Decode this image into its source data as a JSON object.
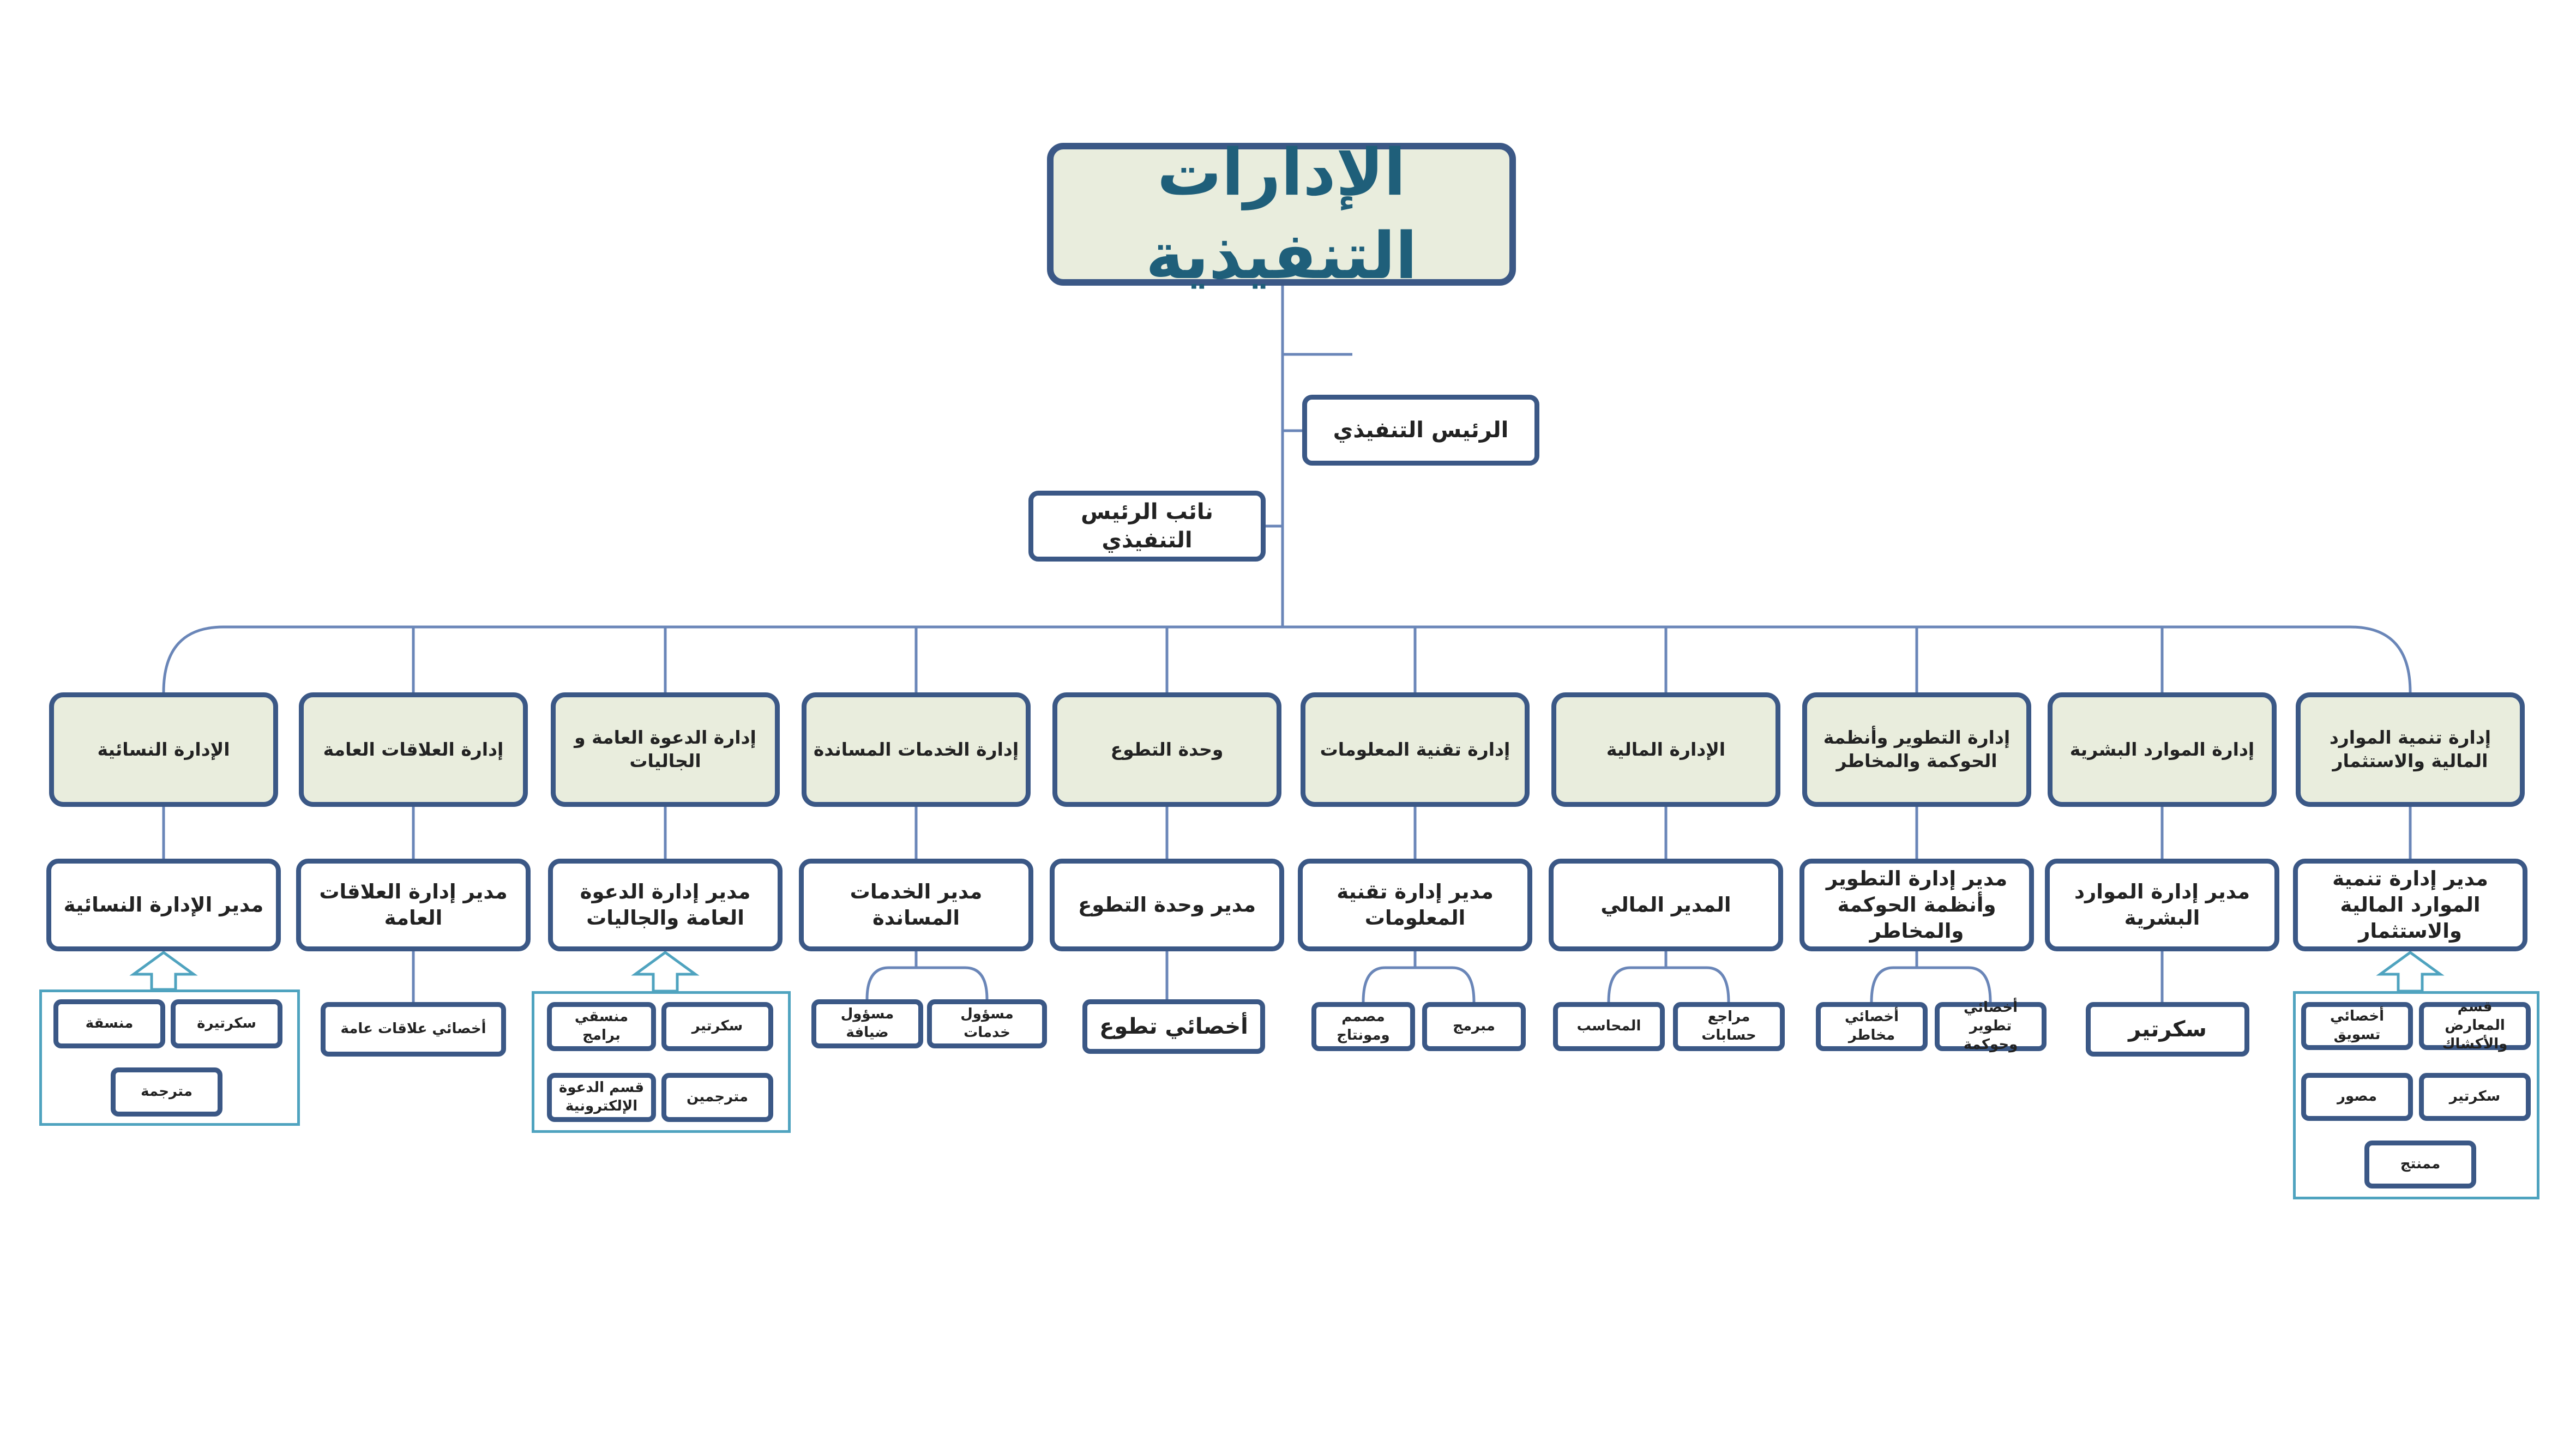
{
  "chart": {
    "title": "الإدارات التنفيذية",
    "ceo": "الرئيس التنفيذي",
    "deputy": "نائب الرئيس التنفيذي",
    "departments": [
      {
        "name": "إدارة تنمية الموارد المالية والاستثمار",
        "manager": "مدير إدارة تنمية الموارد المالية والاستثمار",
        "staff": [
          "أخصائي تسويق",
          "قسم المعارض والأكشاك",
          "مصور",
          "سكرتير",
          "ممنتج"
        ]
      },
      {
        "name": "إدارة الموارد البشرية",
        "manager": "مدير إدارة الموارد البشرية",
        "staff": [
          "سكرتير"
        ]
      },
      {
        "name": "إدارة التطوير وأنظمة الحوكمة والمخاطر",
        "manager": "مدير إدارة التطوير وأنظمة الحوكمة والمخاطر",
        "staff": [
          "أخصائي مخاطر",
          "أخصائي تطوير وحوكمة"
        ]
      },
      {
        "name": "الإدارة المالية",
        "manager": "المدير المالي",
        "staff": [
          "المحاسب",
          "مراجع حسابات"
        ]
      },
      {
        "name": "إدارة تقنية المعلومات",
        "manager": "مدير إدارة تقنية المعلومات",
        "staff": [
          "مصمم ومونتاج",
          "مبرمج"
        ]
      },
      {
        "name": "وحدة التطوع",
        "manager": "مدير وحدة التطوع",
        "staff": [
          "أخصائي تطوع"
        ]
      },
      {
        "name": "إدارة الخدمات المساندة",
        "manager": "مدير الخدمات المساندة",
        "staff": [
          "مسؤول ضيافة",
          "مسؤول خدمات"
        ]
      },
      {
        "name": "إدارة الدعوة العامة و الجاليات",
        "manager": "مدير إدارة الدعوة العامة والجاليات",
        "staff": [
          "منسقي برامج",
          "سكرتير",
          "قسم الدعوة الإلكترونية",
          "مترجمين"
        ]
      },
      {
        "name": "إدارة العلاقات العامة",
        "manager": "مدير إدارة العلاقات العامة",
        "staff": [
          "أخصائي علاقات عامة"
        ]
      },
      {
        "name": "الإدارة النسائية",
        "manager": "مدير الإدارة النسائية",
        "staff": [
          "منسقة",
          "سكرتيرة",
          "مترجمة"
        ]
      }
    ]
  },
  "colors": {
    "border": "#3b5886",
    "line": "#6a86b8",
    "fill": "#e9eddd",
    "title_text": "#1f5f7a",
    "frame": "#4fa3bf"
  }
}
